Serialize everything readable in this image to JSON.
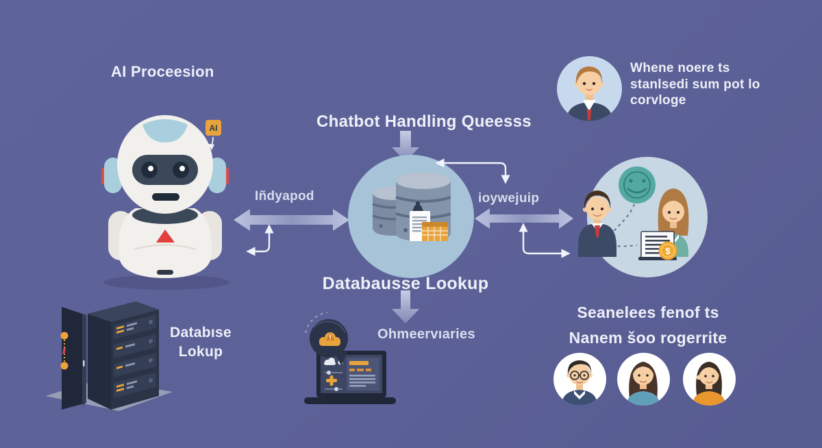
{
  "title": "AI Proceesion",
  "robot": {
    "badge_label": "AI"
  },
  "flow": {
    "chatbot_label": "Chatbot Handling Queesss",
    "database_label": "Databausse Lookup",
    "left_arrow_label": "Iñdyapod",
    "right_arrow_label": "ioywejuip",
    "observe_label": "Ohmeervıaries"
  },
  "callout": {
    "line1": "Whene noere ts",
    "line2": "stanlsedi sum pot lo",
    "line3": "corvloge"
  },
  "benefits": {
    "line1": "Seanelees fenof ts",
    "line2": "Nanem šoo rogerrite"
  },
  "server": {
    "line1": "Databıse",
    "line2": "Lokup"
  },
  "currency": {
    "symbol": "$"
  },
  "colors": {
    "background": "#5c6197",
    "center_circle": "#a6c3d8",
    "light_circle": "#c8d7e4",
    "accent_orange": "#e8a33d",
    "accent_red": "#e23f3f",
    "teal": "#55a9a3",
    "text": "#eef0f8"
  }
}
